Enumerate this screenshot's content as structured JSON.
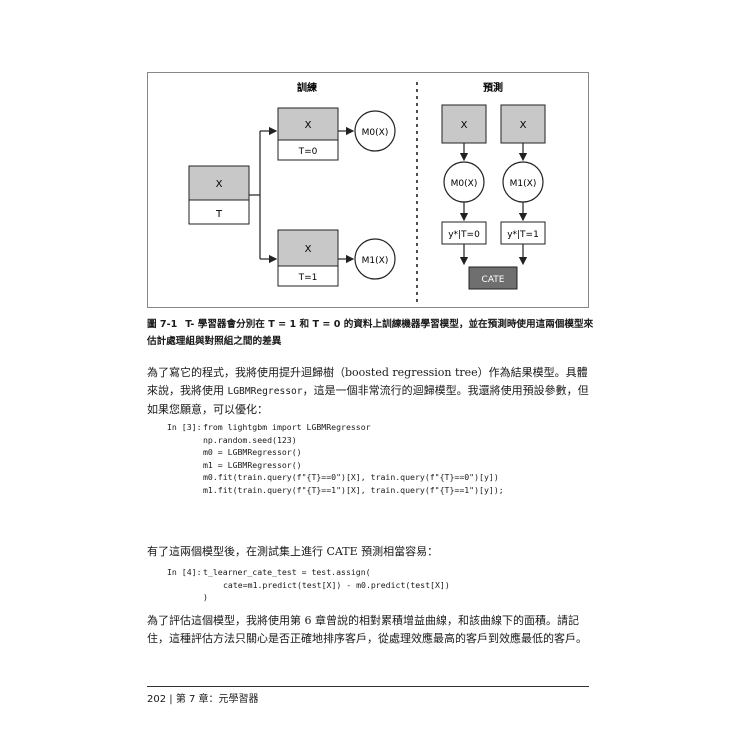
{
  "figure": {
    "left_section_title": "訓練",
    "right_section_title": "預測",
    "train_input": {
      "top": "X",
      "bottom": "T"
    },
    "train_branch_0": {
      "top": "X",
      "bottom": "T=0",
      "model": "M0(X)"
    },
    "train_branch_1": {
      "top": "X",
      "bottom": "T=1",
      "model": "M1(X)"
    },
    "predict_inputs": [
      "X",
      "X"
    ],
    "predict_models": [
      "M0(X)",
      "M1(X)"
    ],
    "predict_outputs": [
      "y*|T=0",
      "y*|T=1"
    ],
    "cate_label": "CATE",
    "colors": {
      "box_fill": "#c8c8c8",
      "cate_fill": "#6f6f6f",
      "stroke": "#222222"
    }
  },
  "caption": {
    "number": "圖 7-1",
    "text": "T- 學習器會分別在 T = 1 和 T = 0 的資料上訓練機器學習模型，並在預測時使用這兩個模型來估計處理組與對照組之間的差異"
  },
  "paragraph1": {
    "part1": "為了寫它的程式，我將使用提升迴歸樹（boosted regression tree）作為結果模型。具體來說，我將使用 ",
    "code": "LGBMRegressor",
    "part2": "，這是一個非常流行的迴歸模型。我還將使用預設參數，但如果您願意，可以優化："
  },
  "code_block1": {
    "prompt": "In [3]:",
    "lines": [
      "from lightgbm import LGBMRegressor",
      "",
      "np.random.seed(123)",
      "",
      "m0 = LGBMRegressor()",
      "m1 = LGBMRegressor()",
      "",
      "m0.fit(train.query(f\"{T}==0\")[X], train.query(f\"{T}==0\")[y])",
      "m1.fit(train.query(f\"{T}==1\")[X], train.query(f\"{T}==1\")[y]);"
    ]
  },
  "paragraph2": {
    "text": "有了這兩個模型後，在測試集上進行 CATE 預測相當容易："
  },
  "code_block2": {
    "prompt": "In [4]:",
    "lines": [
      "t_learner_cate_test = test.assign(",
      "cate=m1.predict(test[X]) - m0.predict(test[X])",
      ")"
    ]
  },
  "paragraph3": {
    "text": "為了評估這個模型，我將使用第 6 章曾說的相對累積增益曲線，和該曲線下的面積。請記住，這種評估方法只關心是否正確地排序客戶，從處理效應最高的客戶到效應最低的客戶。"
  },
  "footer": {
    "text": "202 | 第 7 章：元學習器"
  }
}
